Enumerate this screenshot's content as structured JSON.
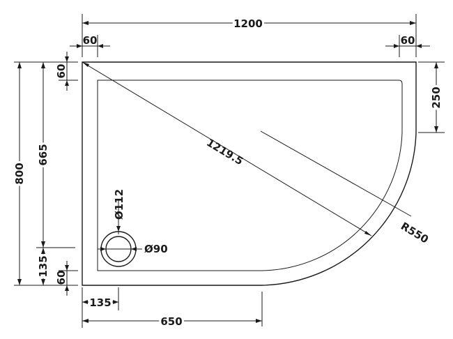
{
  "dimensions": {
    "overall_width": "1200",
    "left_margin_top": "60",
    "right_margin_top": "60",
    "overall_height": "800",
    "top_margin_left": "60",
    "inner_height": "665",
    "waste_from_bottom": "135",
    "bottom_margin_left": "60",
    "straight_side": "250",
    "diagonal": "1219.5",
    "radius": "R550",
    "waste_outer_dia": "Ø112",
    "waste_inner_dia": "Ø90",
    "waste_from_left": "135",
    "straight_bottom": "650"
  }
}
